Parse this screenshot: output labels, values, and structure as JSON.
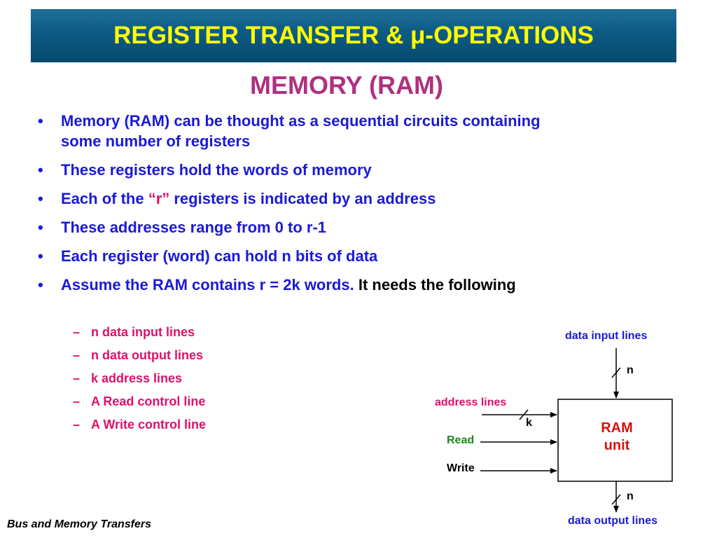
{
  "header": {
    "title": "REGISTER TRANSFER & μ-OPERATIONS"
  },
  "slide": {
    "subtitle": "MEMORY (RAM)",
    "bullets": [
      {
        "text": "Memory (RAM) can be thought as a sequential circuits containing some number of registers"
      },
      {
        "text": "These registers hold the words of memory"
      },
      {
        "pre": "Each of the ",
        "highlight": "“r”",
        "post": " registers is indicated by an address"
      },
      {
        "text": "These addresses range from 0 to r-1"
      },
      {
        "text": "Each register (word) can hold n bits of data"
      },
      {
        "pre": "Assume the RAM contains r = 2k words. ",
        "black": "It needs the following"
      }
    ],
    "sub_bullets": [
      "n data input lines",
      "n data output lines",
      "k address lines",
      "A Read control line",
      "A Write control line"
    ],
    "bullet_glyph": "•",
    "dash_glyph": "–"
  },
  "diagram": {
    "data_input_label": "data input lines",
    "data_output_label": "data output lines",
    "input_width_label": "n",
    "output_width_label": "n",
    "address_label": "address lines",
    "address_width_label": "k",
    "read_label": "Read",
    "write_label": "Write",
    "box_line1": "RAM",
    "box_line2": "unit",
    "colors": {
      "io_labels": "#1a1ad8",
      "address": "#e0106a",
      "read": "#1a8a1a",
      "box_text": "#d81010"
    }
  },
  "footer": {
    "text": "Bus and Memory Transfers"
  },
  "colors": {
    "title_text": "#ffff00",
    "title_bar": "#0d5c86",
    "subtitle": "#b03080",
    "bullet_text": "#1a1ad8",
    "sub_bullet_text": "#e0106a"
  }
}
